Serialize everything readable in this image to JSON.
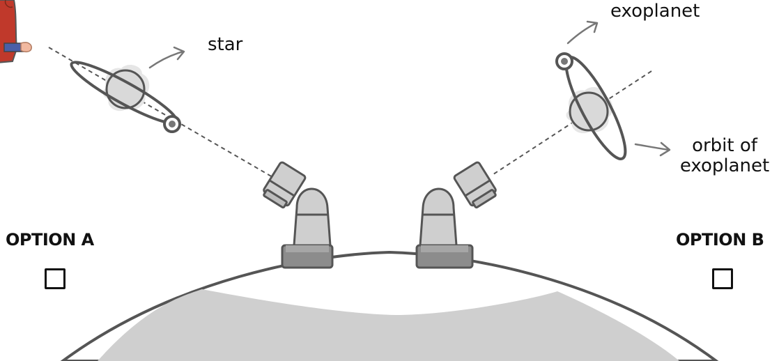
{
  "labels": {
    "star": "star",
    "exoplanet": "exoplanet",
    "orbit_line1": "orbit of",
    "orbit_line2": "exoplanet"
  },
  "options": [
    {
      "label": "OPTION A",
      "checked": false
    },
    {
      "label": "OPTION B",
      "checked": false
    }
  ],
  "colors": {
    "outline": "#555555",
    "body_fill": "#d6d6d6",
    "base_fill": "#8c8c8c",
    "planet_surface": "#cfcfcf",
    "text": "#111111",
    "skin": "#f2b9a0",
    "shirt": "#c0392b"
  }
}
